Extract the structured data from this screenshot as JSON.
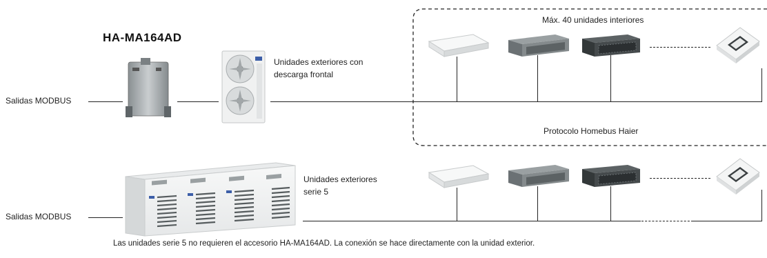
{
  "title": "HA-MA164AD",
  "top_row": {
    "outputs_label": "Salidas MODBUS",
    "outdoor_label_line1": "Unidades exteriores con",
    "outdoor_label_line2": "descarga frontal",
    "max_units_label": "Máx. 40 unidades interiores",
    "protocol_label": "Protocolo Homebus Haier"
  },
  "bottom_row": {
    "outputs_label": "Salidas MODBUS",
    "outdoor_label_line1": "Unidades exteriores",
    "outdoor_label_line2": "serie 5"
  },
  "footnote": "Las unidades serie 5 no requieren el accesorio HA-MA164AD. La conexión se hace directamente con la unidad exterior.",
  "colors": {
    "line": "#222222",
    "unit_white": "#f2f3f3",
    "unit_gray": "#6e7476",
    "unit_dark": "#3f4547"
  },
  "icons": [
    "gateway-device-icon",
    "outdoor-unit-icon",
    "ceiling-unit-icon",
    "duct-unit-icon",
    "cassette-unit-icon",
    "vrf-outdoor-units-icon"
  ]
}
